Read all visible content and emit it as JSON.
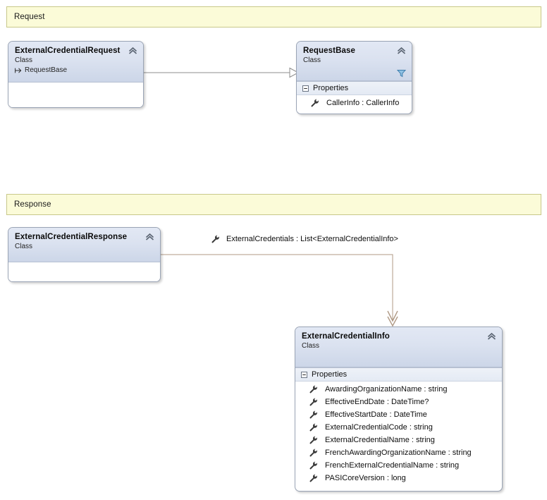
{
  "diagram": {
    "type": "uml-class-diagram",
    "bands": [
      {
        "label": "Request"
      },
      {
        "label": "Response"
      }
    ],
    "classes": [
      {
        "name": "ExternalCredentialRequest",
        "stereotype": "Class",
        "base_class": "RequestBase",
        "base_icon": "inheritance-arrow-icon",
        "collapse_icon": "chevron-up-icon",
        "compartments": []
      },
      {
        "name": "RequestBase",
        "stereotype": "Class",
        "collapse_icon": "chevron-up-icon",
        "filter_icon": "funnel-icon",
        "compartments": [
          {
            "label": "Properties",
            "expander_icon": "minus-box-icon",
            "members": [
              {
                "icon": "wrench-icon",
                "label": "CallerInfo : CallerInfo"
              }
            ]
          }
        ]
      },
      {
        "name": "ExternalCredentialResponse",
        "stereotype": "Class",
        "collapse_icon": "chevron-up-icon",
        "compartments": []
      },
      {
        "name": "ExternalCredentialInfo",
        "stereotype": "Class",
        "collapse_icon": "chevron-up-icon",
        "compartments": [
          {
            "label": "Properties",
            "expander_icon": "minus-box-icon",
            "members": [
              {
                "icon": "wrench-icon",
                "label": "AwardingOrganizationName : string"
              },
              {
                "icon": "wrench-icon",
                "label": "EffectiveEndDate : DateTime?"
              },
              {
                "icon": "wrench-icon",
                "label": "EffectiveStartDate : DateTime"
              },
              {
                "icon": "wrench-icon",
                "label": "ExternalCredentialCode : string"
              },
              {
                "icon": "wrench-icon",
                "label": "ExternalCredentialName : string"
              },
              {
                "icon": "wrench-icon",
                "label": "FrenchAwardingOrganizationName : string"
              },
              {
                "icon": "wrench-icon",
                "label": "FrenchExternalCredentialName : string"
              },
              {
                "icon": "wrench-icon",
                "label": "PASICoreVersion : long"
              }
            ]
          }
        ]
      }
    ],
    "connectors": [
      {
        "kind": "inheritance",
        "from": "ExternalCredentialRequest",
        "to": "RequestBase",
        "color": "#8c8c8c",
        "arrowhead": "hollow-triangle"
      },
      {
        "kind": "association",
        "from": "ExternalCredentialResponse",
        "to": "ExternalCredentialInfo",
        "color": "#b09a86",
        "arrowhead": "open-v",
        "label": "ExternalCredentials : List<ExternalCredentialInfo>",
        "label_icon": "wrench-icon"
      }
    ],
    "colors": {
      "band_fill": "#fbfbd8",
      "band_border": "#c8c88a",
      "class_border": "#9aa4b5",
      "header_gradient_top": "#e2e8f4",
      "header_gradient_bottom": "#ccd6e8",
      "association_line": "#b09a86",
      "inheritance_line": "#8c8c8c",
      "funnel_blue": "#4a90c4"
    }
  }
}
